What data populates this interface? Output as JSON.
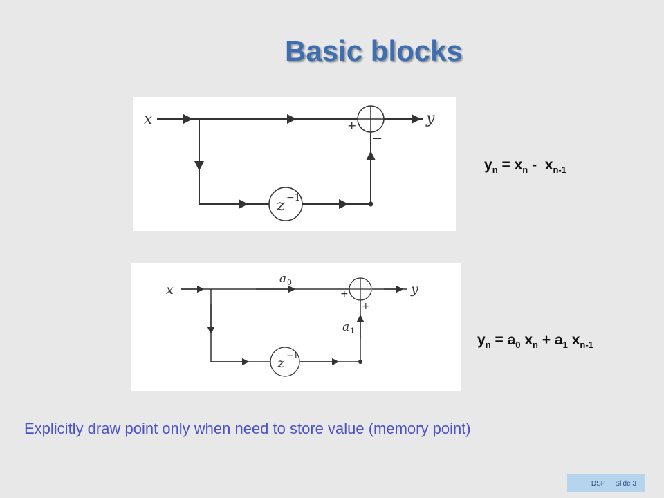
{
  "slide": {
    "title": "Basic blocks",
    "note": "Explicitly draw point only when need to store value (memory point)"
  },
  "diagram1": {
    "input": "x",
    "output": "y",
    "delay": "z",
    "delay_exp": "−1",
    "sign_top": "+",
    "sign_bottom": "−"
  },
  "diagram2": {
    "input": "x",
    "output": "y",
    "gain0": "a",
    "gain0_sub": "0",
    "gain1": "a",
    "gain1_sub": "1",
    "delay": "z",
    "delay_exp": "−1",
    "sign_left": "+",
    "sign_bottom": "+"
  },
  "equation1": {
    "y": "y",
    "y_sub": "n",
    "eq": "=",
    "x1": "x",
    "x1_sub": "n",
    "op": "-",
    "x2": "x",
    "x2_sub": "n-1"
  },
  "equation2": {
    "y": "y",
    "y_sub": "n",
    "eq": "=",
    "a0": "a",
    "a0_sub": "0",
    "x1": "x",
    "x1_sub": "n",
    "op": "+",
    "a1": "a",
    "a1_sub": "1",
    "x2": "x",
    "x2_sub": "n-1"
  },
  "footer": {
    "course": "DSP",
    "slide": "Slide 3"
  }
}
